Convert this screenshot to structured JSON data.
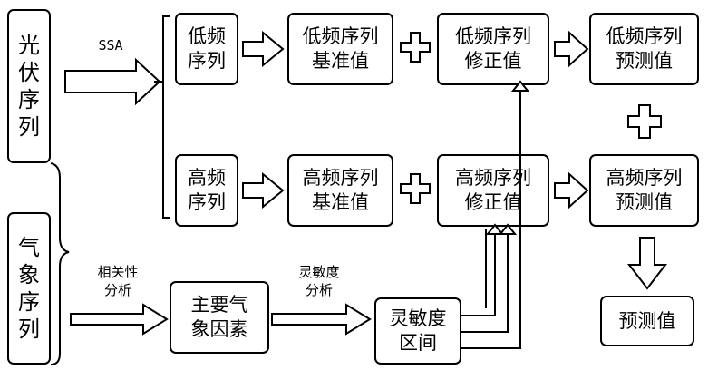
{
  "diagram": {
    "pv_series": "光伏序\n列",
    "met_series": "气\n象序\n列",
    "ssa_label": "SSA",
    "corr_label": "相关性\n分析",
    "sens_label": "灵敏度\n分析",
    "low_freq_series": "低频\n序列",
    "low_baseline": "低频序列\n基准值",
    "low_corrected": "低频序列\n修正值",
    "low_predicted": "低频序列\n预测值",
    "high_freq_series": "高频\n序列",
    "high_baseline": "高频序列\n基准值",
    "high_corrected": "高频序列\n修正值",
    "high_predicted": "高频序列\n预测值",
    "main_factors": "主要气\n象因素",
    "sensitivity_interval": "灵敏度\n区间",
    "final_prediction": "预测值"
  }
}
